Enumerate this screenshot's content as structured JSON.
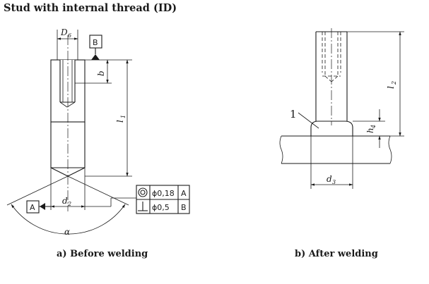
{
  "title": "Stud with internal thread (ID)",
  "captions": {
    "before": "a) Before welding",
    "after": "b) After welding"
  },
  "labels": {
    "d6": "D",
    "d6_sub": "6",
    "datum_b": "B",
    "datum_a": "A",
    "b": "b",
    "l1": "l",
    "l1_sub": "1",
    "d2": "d",
    "d2_sub": "2",
    "alpha": "α",
    "l2": "l",
    "l2_sub": "2",
    "h4": "h",
    "h4_sub": "4",
    "d3": "d",
    "d3_sub": "3",
    "item1": "1"
  },
  "tolerance": {
    "row1": {
      "symbol": "concentricity-icon",
      "value": "ϕ0,18",
      "datum": "A"
    },
    "row2": {
      "symbol": "perpendicularity-icon",
      "value": "ϕ0,5",
      "datum": "B"
    }
  },
  "colors": {
    "weld_fill": "#d9d9d9",
    "line": "#1a1a1a"
  }
}
